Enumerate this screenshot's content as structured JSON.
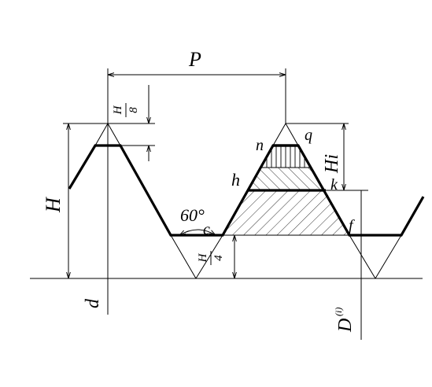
{
  "labels": {
    "pitch": "P",
    "height": "H",
    "h_over_8_num": "H",
    "h_over_8_den": "8",
    "h_over_4_num": "H",
    "h_over_4_den": "4",
    "angle": "60°",
    "hi": "Hi",
    "point_n": "n",
    "point_q": "q",
    "point_h": "h",
    "point_k": "k",
    "point_c": "c",
    "point_f": "f",
    "diameter_d": "d",
    "diameter_D": "D",
    "diameter_D_sup": "(i)"
  }
}
